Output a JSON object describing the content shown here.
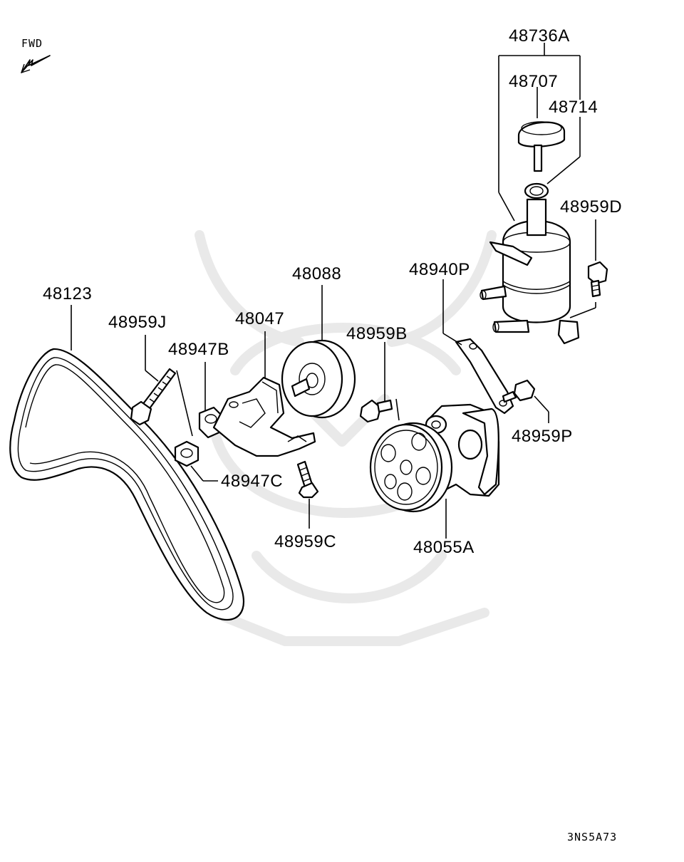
{
  "direction_label": "FWD",
  "diagram_code": "3NS5A73",
  "parts": {
    "reservoir_assy": "48736A",
    "cap": "48707",
    "seal": "48714",
    "reservoir_bolt": "48959D",
    "reservoir_bracket": "48940P",
    "bracket_bolt": "48959P",
    "idler_pulley": "48088",
    "tensioner_bracket": "48047",
    "pump_bolt": "48959B",
    "power_steering_pump": "48055A",
    "bracket_bolt_lower": "48959C",
    "nut": "48947C",
    "spacer": "48947B",
    "long_bolt": "48959J",
    "v_belt": "48123"
  }
}
